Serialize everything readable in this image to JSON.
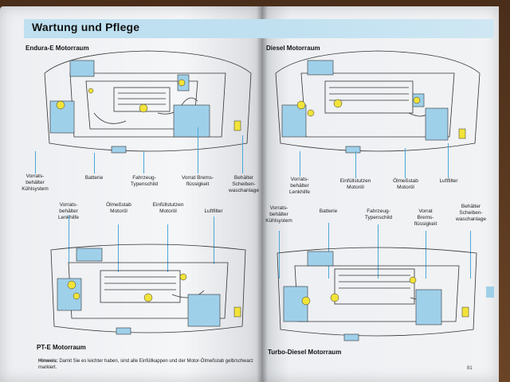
{
  "header": {
    "title": "Wartung und Pflege"
  },
  "left": {
    "top_title": "Endura-E Motorraum",
    "bottom_title": "PT-E Motorraum",
    "labels": [
      {
        "id": "l1",
        "text": "Vorrats-\nbehälter\nKühlsystem"
      },
      {
        "id": "l2",
        "text": "Batterie"
      },
      {
        "id": "l3",
        "text": "Fahrzeug-\nTypenschild"
      },
      {
        "id": "l4",
        "text": "Vorrat Brems-\nflüssigkeit"
      },
      {
        "id": "l5",
        "text": "Behälter\nScheiben-\nwaschanlage"
      },
      {
        "id": "l6",
        "text": "Vorrats-\nbehälter\nLenkhilfe"
      },
      {
        "id": "l7",
        "text": "Ölmeßstab\nMotoröl"
      },
      {
        "id": "l8",
        "text": "Einfüllstutzen\nMotoröl"
      },
      {
        "id": "l9",
        "text": "Luftfilter"
      }
    ],
    "note_label": "Hinweis:",
    "note_text": "Damit Sie es leichter haben, sind alle Einfüllkappen und der Motor-Ölmeßstab gelb/schwarz markiert."
  },
  "right": {
    "top_title": "Diesel Motorraum",
    "bottom_title": "Turbo-Diesel Motorraum",
    "labels": [
      {
        "id": "r1",
        "text": "Vorrats-\nbehälter\nLenkhilfe"
      },
      {
        "id": "r2",
        "text": "Einfüllstutzen\nMotoröl"
      },
      {
        "id": "r3",
        "text": "Ölmeßstab\nMotoröl"
      },
      {
        "id": "r4",
        "text": "Luftfilter"
      },
      {
        "id": "r5",
        "text": "Vorrats-\nbehälter\nKühlsystem"
      },
      {
        "id": "r6",
        "text": "Batterie"
      },
      {
        "id": "r7",
        "text": "Fahrzeug-\nTypenschild"
      },
      {
        "id": "r8",
        "text": "Vorrat\nBrems-\nflüssigkeit"
      },
      {
        "id": "r9",
        "text": "Behälter\nScheiben-\nwaschanlage"
      }
    ],
    "page_number": "81"
  },
  "colors": {
    "accent": "#9fd0ea",
    "header_band": "#bfe0f0",
    "leader": "#4aa8d8",
    "cap_yellow": "#f2e33a"
  }
}
